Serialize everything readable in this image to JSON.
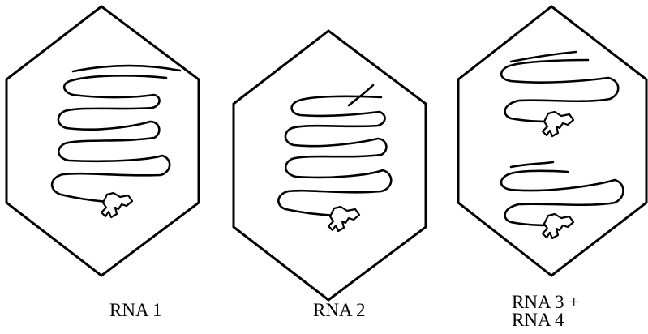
{
  "particles": [
    {
      "label": "RNA 1",
      "genomic_segments": 1
    },
    {
      "label": "RNA 2",
      "genomic_segments": 1
    },
    {
      "label_lines": [
        "RNA 3 +",
        "RNA 4"
      ],
      "genomic_segments": 2
    }
  ]
}
